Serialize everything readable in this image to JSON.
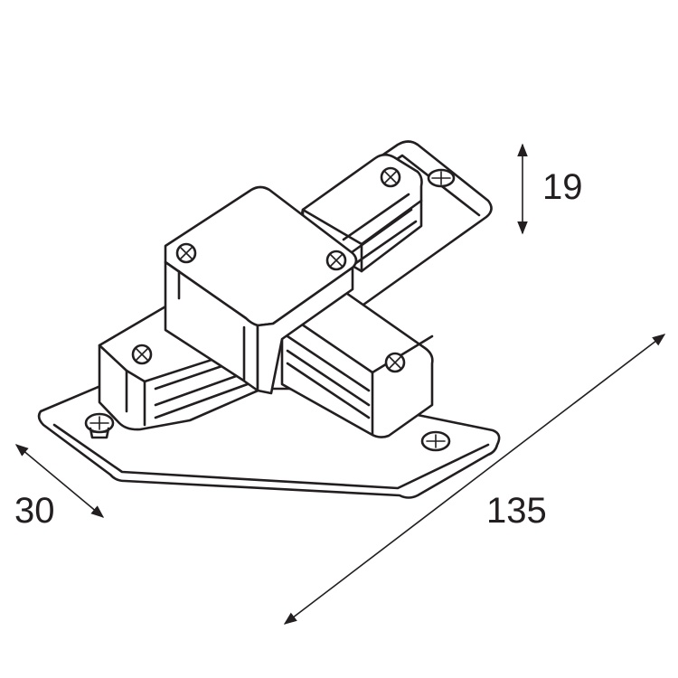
{
  "dimensions": {
    "height": "19",
    "width": "30",
    "length": "135"
  },
  "colors": {
    "line": "#231f20",
    "background": "#ffffff"
  },
  "icons": [
    "screw-icon",
    "dimension-arrow-icon"
  ]
}
